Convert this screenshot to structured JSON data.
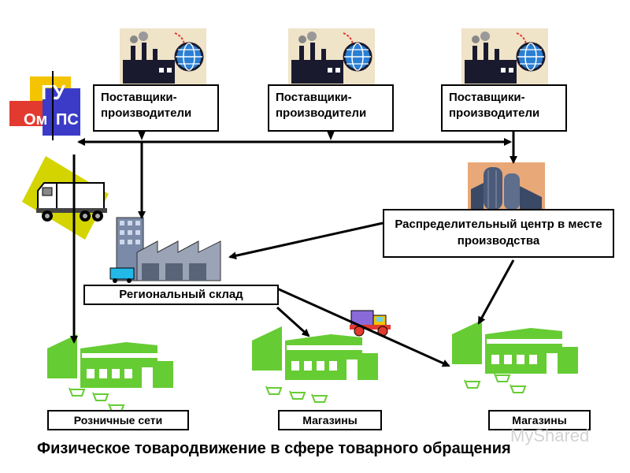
{
  "suppliers": [
    {
      "label": "Поставщики-\nпроизводители"
    },
    {
      "label": "Поставщики-\nпроизводители"
    },
    {
      "label": "Поставщики-\nпроизводители"
    }
  ],
  "logo": {
    "text_top": "ГУ",
    "text_left": "Ом",
    "text_right": "ПС"
  },
  "distribution_center": {
    "label": "Распределительный центр в месте производства"
  },
  "regional_warehouse": {
    "label": "Региональный склад"
  },
  "destinations": [
    {
      "label": "Розничные сети"
    },
    {
      "label": "Магазины"
    },
    {
      "label": "Магазины"
    }
  ],
  "caption": "Физическое товародвижение в сфере товарного обращения",
  "watermark": "MyShared",
  "colors": {
    "store_green": "#66cc33",
    "factory_bg": "#efe3c8",
    "logo_yellow": "#f5c400",
    "logo_blue": "#3b3bc8",
    "logo_red": "#e23a2e"
  },
  "icons": [
    "factory-globe-icon",
    "truck-icon",
    "warehouse-icon",
    "grain-elevator-icon",
    "store-icon",
    "toy-truck-icon",
    "shopping-cart-icon"
  ]
}
